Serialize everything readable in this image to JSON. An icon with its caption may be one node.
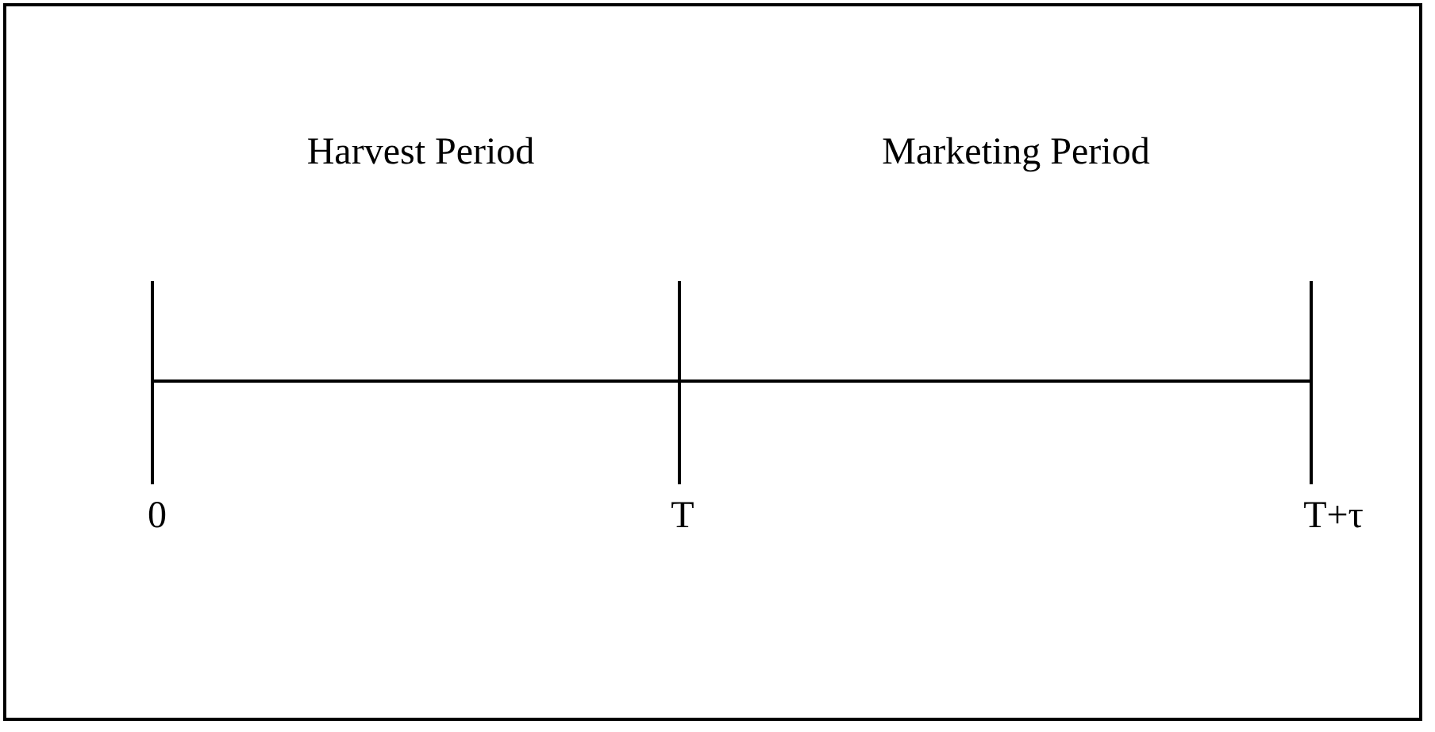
{
  "diagram": {
    "labels": [
      "Harvest Period",
      "Marketing Period",
      "0",
      "T",
      "T+τ"
    ]
  }
}
